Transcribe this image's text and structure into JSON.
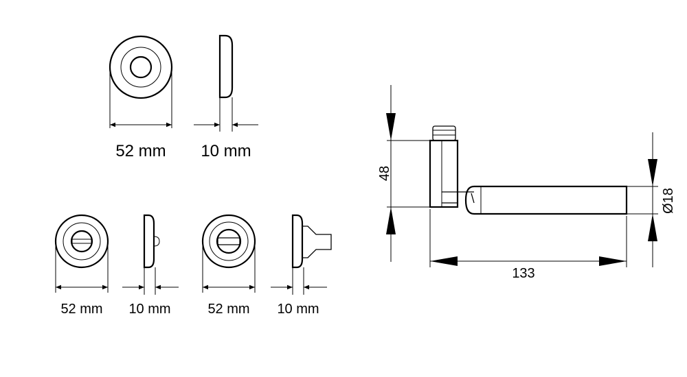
{
  "rosette_top": {
    "width_label": "52 mm",
    "thickness_label": "10 mm"
  },
  "rosette_bottom_left": {
    "width_label": "52 mm",
    "thickness_label": "10 mm"
  },
  "rosette_bottom_right": {
    "width_label": "52 mm",
    "thickness_label": "10 mm"
  },
  "lever": {
    "height_label": "48",
    "length_label": "133",
    "diameter_label": "Ø18"
  }
}
